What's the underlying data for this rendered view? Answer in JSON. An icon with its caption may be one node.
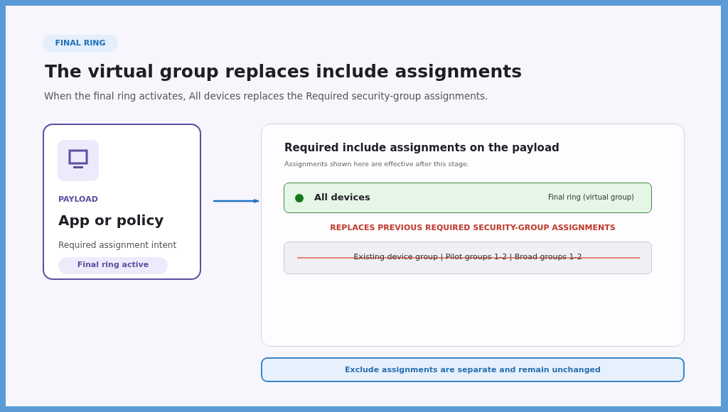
{
  "diagram": {
    "title": "The virtual group replaces include assignments",
    "nodes": [
      {
        "text": [
          "PAYLOAD",
          "App or policy",
          "Required assignment intent"
        ]
      },
      {
        "text": [
          "Final ring active"
        ],
        "in": 0
      },
      {
        "text": [
          "Required include assignments on the payload",
          "Assignments shown here are effective after this stage.",
          "REPLACES PREVIOUS REQUIRED SECURITY-GROUP ASSIGNMENTS"
        ]
      },
      {
        "text": [
          "All devices",
          "Final ring (virtual group)"
        ],
        "in": 2
      },
      {
        "text": [
          "Existing device group | Pilot groups 1-2 | Broad groups 1-2"
        ],
        "in": 2
      },
      {
        "text": [
          "Exclude assignments are separate and remain unchanged"
        ]
      }
    ],
    "edges": [
      {
        "from": 0,
        "to": 2,
        "arrow": "to"
      }
    ],
    "labels": [
      "FINAL RING",
      "When the final ring activates, All devices replaces the Required security-group assignments."
    ]
  }
}
